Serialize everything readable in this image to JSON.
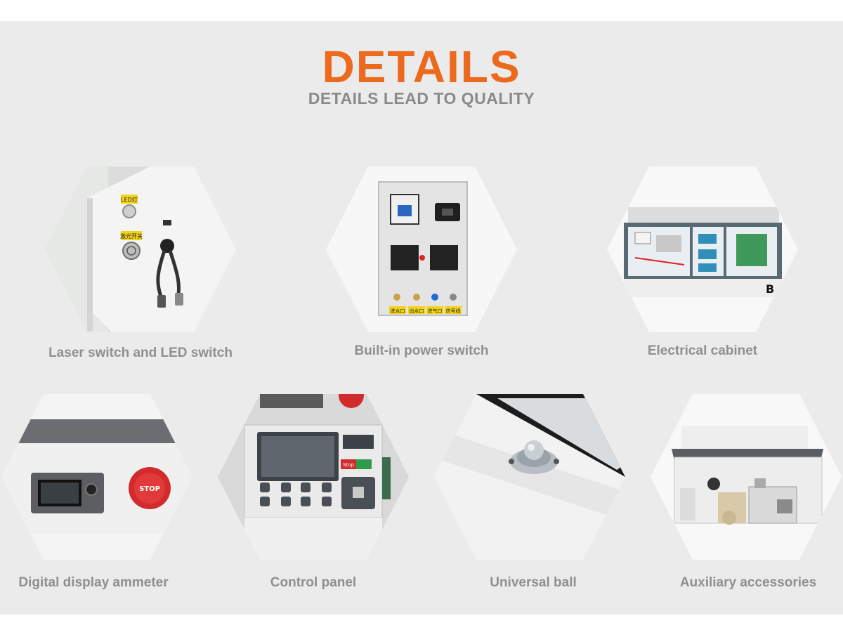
{
  "header": {
    "title": "DETAILS",
    "subtitle": "DETAILS LEAD TO QUALITY"
  },
  "colors": {
    "accent": "#ec6a1e",
    "caption": "#8f8f8f",
    "background": "#ebebeb"
  },
  "details": [
    {
      "caption": "Laser switch and LED switch",
      "image": "laser-switch-led-switch-photo",
      "labels": [
        "LED灯",
        "激光开关"
      ]
    },
    {
      "caption": "Built-in power switch",
      "image": "built-in-power-switch-photo",
      "labels": [
        "进水口",
        "出水口",
        "进气口",
        "信号线"
      ]
    },
    {
      "caption": "Electrical cabinet",
      "image": "electrical-cabinet-photo"
    },
    {
      "caption": "Digital display ammeter",
      "image": "digital-display-ammeter-photo",
      "labels": [
        "STOP"
      ]
    },
    {
      "caption": "Control panel",
      "image": "control-panel-photo",
      "labels": [
        "Stop"
      ]
    },
    {
      "caption": "Universal ball",
      "image": "universal-ball-photo"
    },
    {
      "caption": "Auxiliary accessories",
      "image": "auxiliary-accessories-photo"
    }
  ]
}
